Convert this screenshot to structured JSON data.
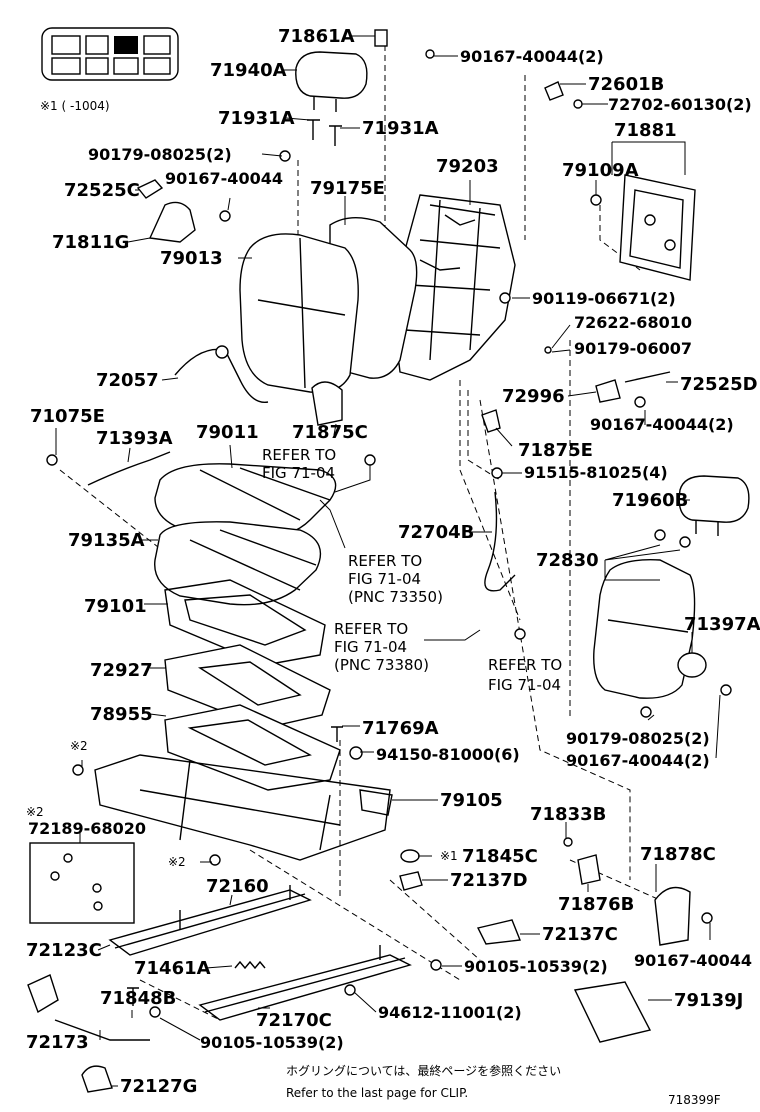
{
  "labels": {
    "p71861A": "71861A",
    "p90167_40044_2_top": "90167-40044(2)",
    "p71940A": "71940A",
    "p72601B": "72601B",
    "p72702": "72702-60130(2)",
    "p71931A_l": "71931A",
    "p71931A_r": "71931A",
    "p71881": "71881",
    "p90179_08025_2": "90179-08025(2)",
    "p79203": "79203",
    "p79109A": "79109A",
    "p72525C": "72525C",
    "p90167_40044": "90167-40044",
    "p79175E": "79175E",
    "p71811G": "71811G",
    "p79013": "79013",
    "p90119": "90119-06671(2)",
    "p72622": "72622-68010",
    "p90179_06007": "90179-06007",
    "p72057": "72057",
    "p72525D": "72525D",
    "p72996": "72996",
    "p90167_40044_2_mid": "90167-40044(2)",
    "p71075E": "71075E",
    "p71393A": "71393A",
    "p79011": "79011",
    "p71875C": "71875C",
    "p71875E": "71875E",
    "p91515": "91515-81025(4)",
    "p71960B": "71960B",
    "p72704B": "72704B",
    "p79135A": "79135A",
    "p72830": "72830",
    "p79101": "79101",
    "p71397A": "71397A",
    "p72927": "72927",
    "p78955": "78955",
    "p71769A": "71769A",
    "p94150": "94150-81000(6)",
    "p90179_08025_2_b": "90179-08025(2)",
    "p90167_40044_2_b": "90167-40044(2)",
    "p79105": "79105",
    "p72189": "72189-68020",
    "p71833B": "71833B",
    "p71845C": "71845C",
    "p71878C": "71878C",
    "p72160": "72160",
    "p72137D": "72137D",
    "p71876B": "71876B",
    "p72123C": "72123C",
    "p72137C": "72137C",
    "p71461A": "71461A",
    "p90105_a": "90105-10539(2)",
    "p90167_40044_b": "90167-40044",
    "p71848B": "71848B",
    "p79139J": "79139J",
    "p72170C": "72170C",
    "p94612": "94612-11001(2)",
    "p72173": "72173",
    "p90105_b": "90105-10539(2)",
    "p72127G": "72127G"
  },
  "refers": {
    "r1_line1": "REFER TO",
    "r1_line2": "FIG 71-04",
    "r2_line1": "REFER TO",
    "r2_line2": "FIG 71-04",
    "r2_line3": "(PNC 73350)",
    "r3_line1": "REFER TO",
    "r3_line2": "FIG 71-04",
    "r3_line3": "(PNC 73380)",
    "r4_line1": "REFER TO",
    "r4_line2": "FIG 71-04"
  },
  "notes": {
    "note1": "※1 (      -1004)",
    "mark2_a": "※2",
    "mark2_b": "※2",
    "mark2_c": "※2",
    "mark1": "※1"
  },
  "footer": {
    "jp": "ホグリングについては、最終ページを参照ください",
    "en": "Refer to the last page for CLIP.",
    "figure_id": "718399F"
  }
}
